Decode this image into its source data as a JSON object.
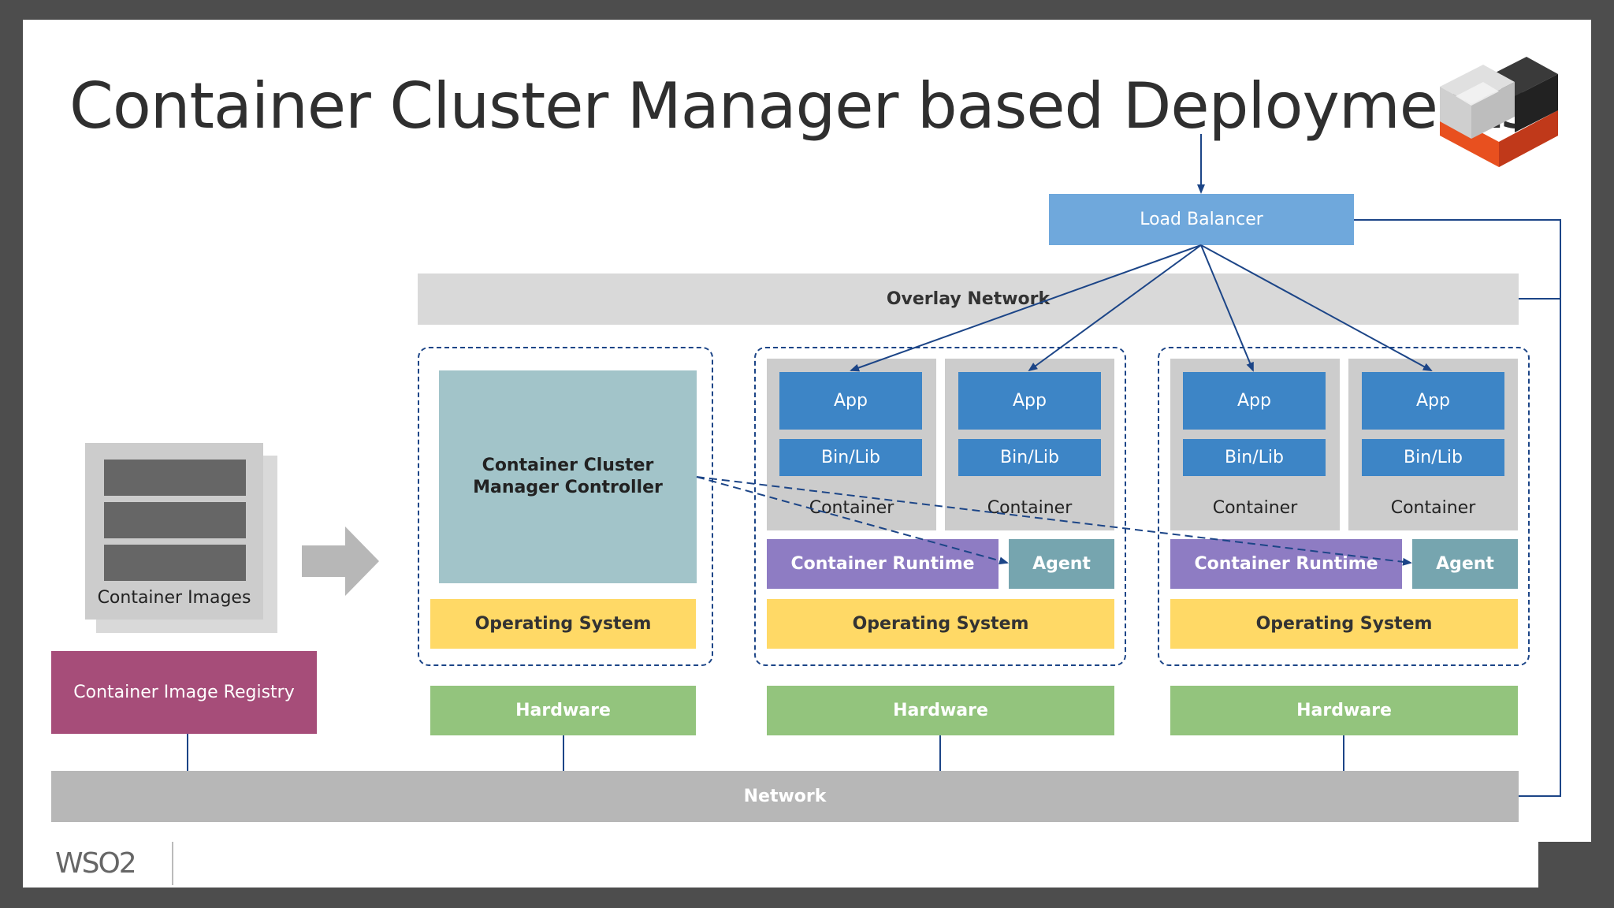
{
  "slide": {
    "title": "Container Cluster Manager based Deployments"
  },
  "load_balancer": {
    "label": "Load Balancer"
  },
  "overlay_network": {
    "label": "Overlay Network"
  },
  "network": {
    "label": "Network"
  },
  "images": {
    "label": "Container Images"
  },
  "registry": {
    "label": "Container Image Registry"
  },
  "controller_node": {
    "controller_line1": "Container Cluster",
    "controller_line2": "Manager Controller",
    "os": "Operating System",
    "hardware": "Hardware"
  },
  "worker_node_1": {
    "containers": [
      {
        "app": "App",
        "binlib": "Bin/Lib",
        "label": "Container"
      },
      {
        "app": "App",
        "binlib": "Bin/Lib",
        "label": "Container"
      }
    ],
    "runtime": "Container Runtime",
    "agent": "Agent",
    "os": "Operating System",
    "hardware": "Hardware"
  },
  "worker_node_2": {
    "containers": [
      {
        "app": "App",
        "binlib": "Bin/Lib",
        "label": "Container"
      },
      {
        "app": "App",
        "binlib": "Bin/Lib",
        "label": "Container"
      }
    ],
    "runtime": "Container Runtime",
    "agent": "Agent",
    "os": "Operating System",
    "hardware": "Hardware"
  },
  "footer": {
    "logo_text": "WSO2"
  },
  "colors": {
    "load_balancer": "#6fa8dc",
    "app": "#3d85c6",
    "container": "#cccccc",
    "runtime": "#8e7cc3",
    "agent": "#76a5af",
    "os": "#ffd966",
    "hardware": "#93c47d",
    "network": "#b7b7b7",
    "overlay": "#d9d9d9",
    "controller": "#a2c4c9",
    "registry": "#a64d79",
    "connector": "#1c4587"
  }
}
